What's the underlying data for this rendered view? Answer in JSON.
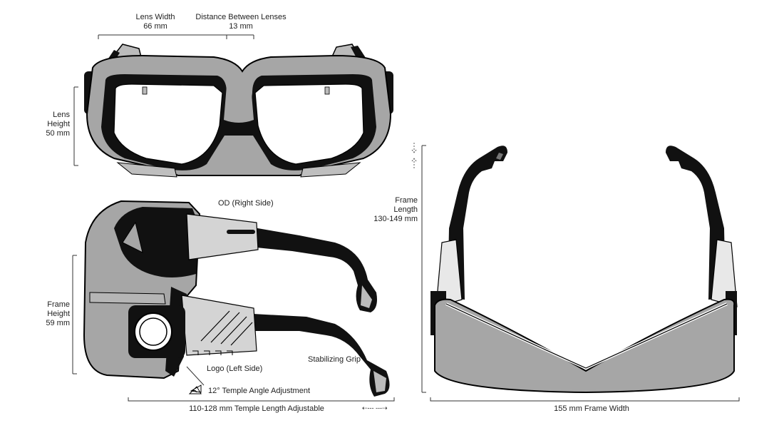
{
  "labels": {
    "lens_width_title": "Lens Width",
    "lens_width_value": "66 mm",
    "distance_title": "Distance Between Lenses",
    "distance_value": "13 mm",
    "lens_height_line1": "Lens",
    "lens_height_line2": "Height",
    "lens_height_value": "50 mm",
    "od_right_side": "OD (Right Side)",
    "frame_height_line1": "Frame",
    "frame_height_line2": "Height",
    "frame_height_value": "59 mm",
    "logo_left_side": "Logo (Left Side)",
    "stabilizing_grip": "Stabilizing Grip",
    "temple_angle": "12° Temple Angle Adjustment",
    "temple_length": "110-128 mm  Temple Length Adjustable",
    "temple_arrows": "⇠---  ---⇢",
    "frame_length_line1": "Frame",
    "frame_length_line2": "Length",
    "frame_length_value": "130-149 mm",
    "frame_width": "155 mm  Frame Width"
  },
  "colors": {
    "frame_gray": "#a6a6a6",
    "frame_black": "#111111",
    "light_gray": "#d4d4d4"
  }
}
